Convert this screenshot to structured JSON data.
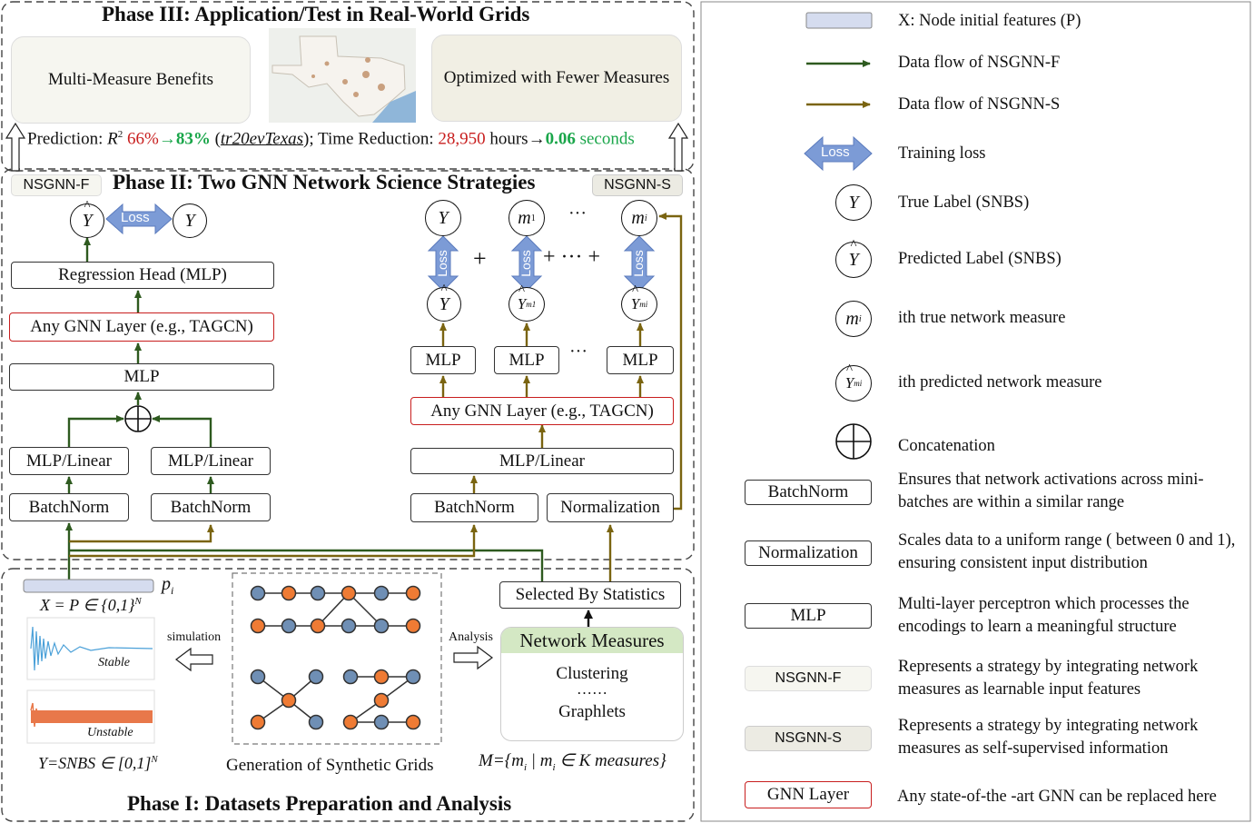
{
  "phase3": {
    "title": "Phase III: Application/Test in Real-World Grids",
    "left_box": "Multi-Measure Benefits",
    "right_box": "Optimized with Fewer Measures",
    "pred_label": "Prediction: ",
    "pred_r": "R",
    "pred_sup": "2",
    "pred_from": " 66%",
    "pred_arrow": "→",
    "pred_to": "83%",
    "pred_dataset": "tr20evTexas",
    "time_label": "); Time Reduction: ",
    "time_from": "28,950",
    "time_mid": " hours→",
    "time_to_num": "0.06",
    "time_to_unit": " seconds"
  },
  "phase2": {
    "title": "Phase II: Two GNN Network Science Strategies",
    "tag_f": "NSGNN-F",
    "tag_s": "NSGNN-S",
    "loss": "Loss",
    "left": {
      "regression_head": "Regression Head (MLP)",
      "gnn_layer": "Any GNN Layer (e.g., TAGCN)",
      "mlp": "MLP",
      "mlp_linear_a": "MLP/Linear",
      "mlp_linear_b": "MLP/Linear",
      "batchnorm_a": "BatchNorm",
      "batchnorm_b": "BatchNorm"
    },
    "right": {
      "mlp_1": "MLP",
      "mlp_2": "MLP",
      "mlp_3": "MLP",
      "dots": "···",
      "plus": "+",
      "plus_dots": "+ ··· +",
      "gnn_layer": "Any GNN Layer (e.g., TAGCN)",
      "mlp_linear": "MLP/Linear",
      "batchnorm": "BatchNorm",
      "normalization": "Normalization"
    }
  },
  "phase1": {
    "title": "Phase I: Datasets Preparation and Analysis",
    "p_i": "p",
    "p_i_sub": "i",
    "x_eq": "X = P ∈ {0,1}",
    "x_sup": "N",
    "stable": "Stable",
    "unstable": "Unstable",
    "y_eq": "Y=SNBS ∈ [0,1]",
    "y_sup": "N",
    "simulation": "simulation",
    "synthetic": "Generation of Synthetic Grids",
    "analysis": "Analysis",
    "network_measures": "Network Measures",
    "clustering": "Clustering",
    "dots": "……",
    "graphlets": "Graphlets",
    "selected": "Selected By Statistics",
    "m_eq": "M={m",
    "m_eq_mid": " | m",
    "m_eq_end": " ∈ K measures}"
  },
  "legend": [
    {
      "icon": "node-feature-bar",
      "text": "X: Node initial features (P)"
    },
    {
      "icon": "green-arrow",
      "text": "Data flow of NSGNN-F"
    },
    {
      "icon": "olive-arrow",
      "text": "Data flow of NSGNN-S"
    },
    {
      "icon": "loss-arrow",
      "text": "Training loss"
    },
    {
      "icon": "true-label",
      "text": "True Label (SNBS)"
    },
    {
      "icon": "predicted-label",
      "text": "Predicted Label (SNBS)"
    },
    {
      "icon": "true-measure",
      "text": "ith true network measure"
    },
    {
      "icon": "predicted-measure",
      "text": "ith predicted network measure"
    },
    {
      "icon": "concat",
      "text": "Concatenation"
    },
    {
      "icon": "BatchNorm",
      "text": "Ensures that network activations across mini-batches are within a similar range"
    },
    {
      "icon": "Normalization",
      "text": "Scales data to a uniform range ( between 0 and 1), ensuring consistent input distribution"
    },
    {
      "icon": "MLP",
      "text": "Multi-layer perceptron which processes the encodings to learn a meaningful structure"
    },
    {
      "icon": "NSGNN-F",
      "text": "Represents a strategy by integrating network measures as learnable input features"
    },
    {
      "icon": "NSGNN-S",
      "text": "Represents a strategy by integrating network measures as self-supervised information"
    },
    {
      "icon": "GNN Layer",
      "text": "Any state-of-the -art GNN can be replaced here"
    }
  ],
  "symbols": {
    "Y": "Y",
    "m": "m",
    "m1": "1",
    "mi": "i",
    "Ym1": "m1",
    "Ymi": "mi",
    "th": "th",
    "i": "i"
  },
  "colors": {
    "green": "#2e5a1f",
    "olive": "#7a6410",
    "loss_blue": "#7c9bd6",
    "red": "#c81e1e",
    "bright_green": "#1aa64a",
    "feature_bar": "#d5dcef",
    "measures_green": "#d4e8c4"
  }
}
